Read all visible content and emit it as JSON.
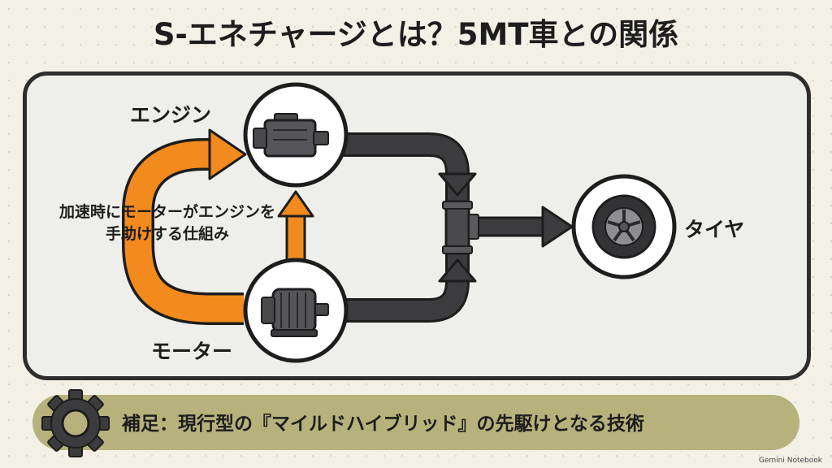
{
  "title": "S-エネチャージとは？5MT車との関係",
  "nodes": {
    "engine_label": "エンジン",
    "motor_label": "モーター",
    "tire_label": "タイヤ",
    "assist_text": "加速時にモーターがエンジンを手助けする仕組み"
  },
  "footer": {
    "text": "補足：現行型の『マイルドハイブリッド』の先駆けとなる技術"
  },
  "branding": {
    "text": "Gemini Notebook"
  },
  "icons": {
    "engine": "engine-icon",
    "motor": "electric-motor-icon",
    "tire": "wheel-icon",
    "gear": "gear-icon"
  },
  "colors": {
    "assist_arrow": "#f28a1e",
    "pipe": "#3c3c3e",
    "footer_bg": "#b7b17b",
    "panel_border": "#2e2e2e"
  }
}
